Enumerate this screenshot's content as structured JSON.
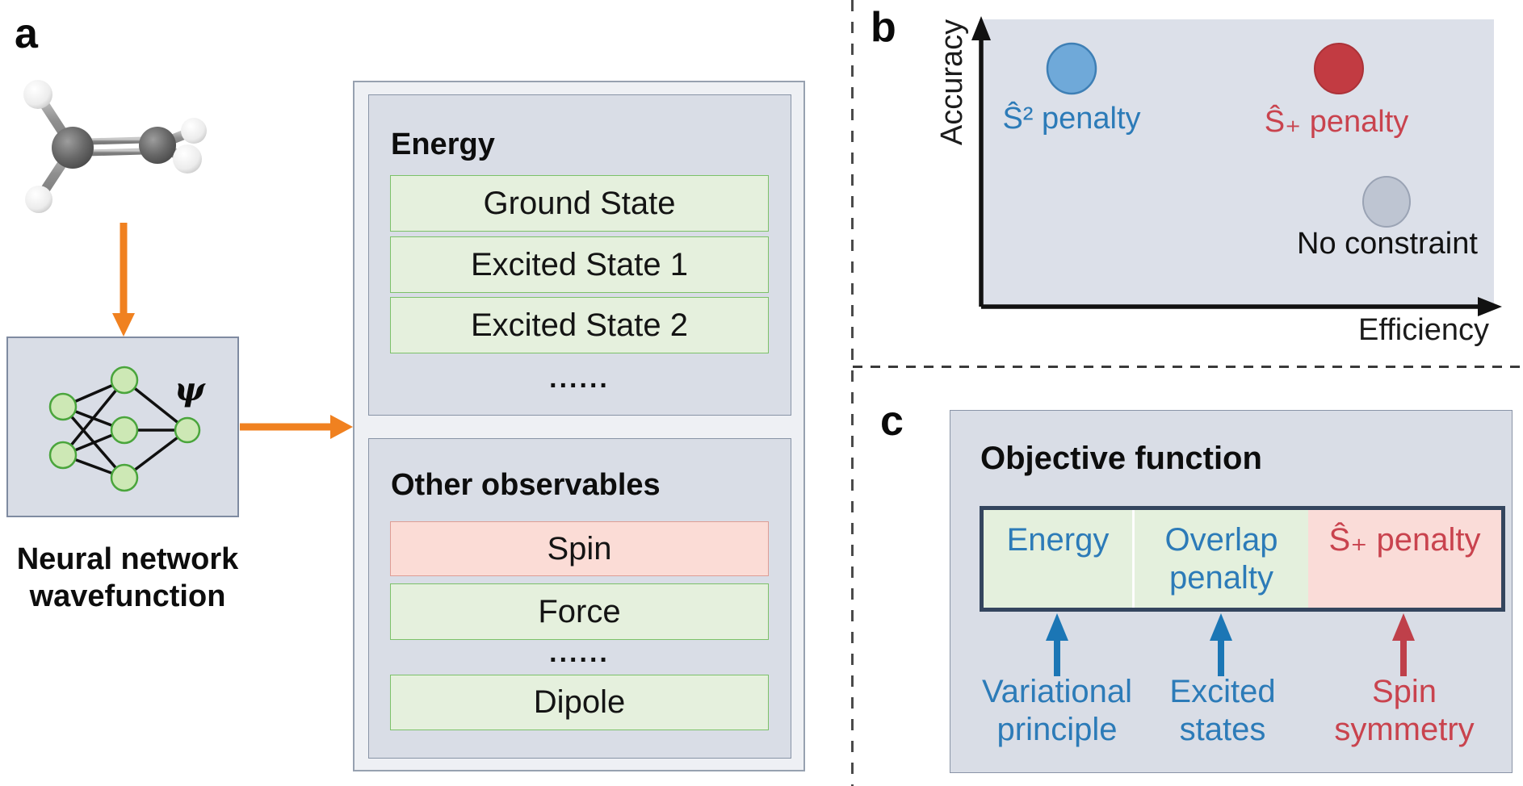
{
  "colors": {
    "accent_orange": "#f08120",
    "box_outer_fill": "#eef0f4",
    "box_inner_fill": "#d9dde6",
    "row_green_fill": "#e5f0dd",
    "row_green_border": "#7cc169",
    "row_red_fill": "#fbdcd6",
    "row_red_border": "#de9d95",
    "node_green_fill": "#cde8b5",
    "node_green_border": "#4aa53c",
    "plot_fill": "#dce0e9",
    "point_blue": "#6fa9d9",
    "point_red": "#c23b42",
    "point_gray": "#bec5d2",
    "text_blue": "#2c7bb8",
    "text_red": "#c9434e",
    "bar_border_navy": "#34455e"
  },
  "panel_a": {
    "label": "a",
    "molecule_name": "ethylene-ball-and-stick-model",
    "psi_symbol": "ψ",
    "nn_caption": "Neural network wavefunction",
    "energy_box": {
      "title": "Energy",
      "rows": [
        "Ground State",
        "Excited State 1",
        "Excited State 2"
      ],
      "ellipsis": "......"
    },
    "other_box": {
      "title": "Other observables",
      "rows": [
        "Spin",
        "Force",
        "......",
        "Dipole"
      ]
    }
  },
  "panel_b": {
    "label": "b",
    "y_axis_label": "Accuracy",
    "x_axis_label": "Efficiency",
    "points": [
      {
        "label": "Ŝ² penalty",
        "color": "#6fa9d9",
        "x_frac": 0.18,
        "y_frac": 0.17
      },
      {
        "label": "Ŝ₊ penalty",
        "color": "#c23b42",
        "x_frac": 0.7,
        "y_frac": 0.17
      },
      {
        "label": "No constraint",
        "color": "#bec5d2",
        "x_frac": 0.79,
        "y_frac": 0.64
      }
    ]
  },
  "panel_c": {
    "label": "c",
    "title": "Objective function",
    "segments": [
      {
        "label": "Energy",
        "annotation": "Variational principle"
      },
      {
        "label": "Overlap penalty",
        "annotation": "Excited states"
      },
      {
        "label": "Ŝ₊ penalty",
        "annotation": "Spin symmetry"
      }
    ]
  }
}
